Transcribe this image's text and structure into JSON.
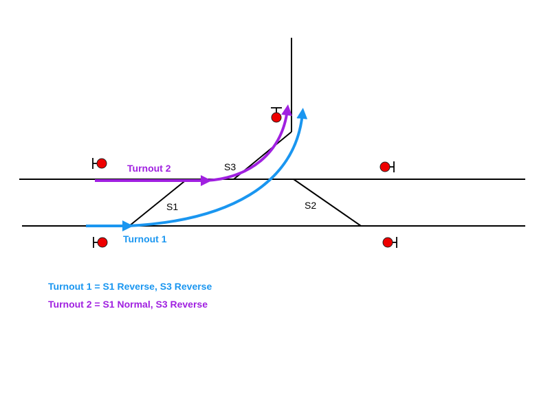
{
  "colors": {
    "turnout1": "#1a96f0",
    "turnout2": "#a020e0",
    "signal_lamp": "#ee0000"
  },
  "switches": {
    "s1": "S1",
    "s2": "S2",
    "s3": "S3"
  },
  "routes": {
    "turnout1": "Turnout 1",
    "turnout2": "Turnout 2"
  },
  "legend": {
    "line1": "Turnout 1 = S1 Reverse, S3 Reverse",
    "line2": "Turnout 2 = S1 Normal, S3 Reverse"
  }
}
